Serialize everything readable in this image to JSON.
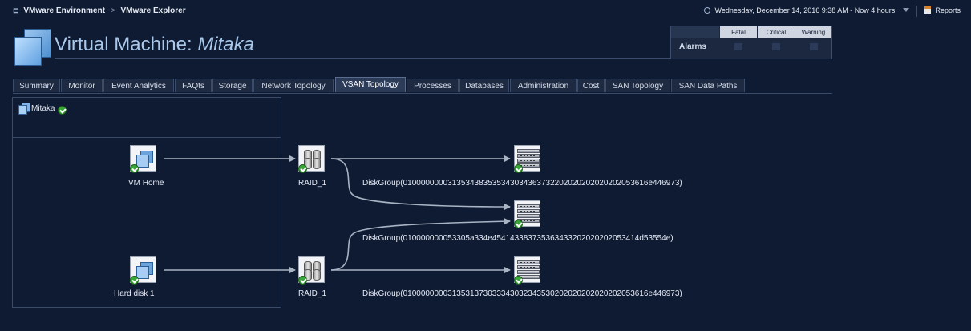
{
  "breadcrumb": {
    "root": "VMware Environment",
    "current": "VMware Explorer"
  },
  "time": {
    "text": "Wednesday, December 14, 2016 9:38 AM - Now 4 hours"
  },
  "reports": {
    "label": "Reports"
  },
  "header": {
    "prefix": "Virtual Machine: ",
    "name": "Mitaka"
  },
  "alarms": {
    "label": "Alarms",
    "columns": [
      "Fatal",
      "Critical",
      "Warning"
    ]
  },
  "tabs": [
    "Summary",
    "Monitor",
    "Event Analytics",
    "FAQts",
    "Storage",
    "Network Topology",
    "VSAN Topology",
    "Processes",
    "Databases",
    "Administration",
    "Cost",
    "SAN Topology",
    "SAN Data Paths"
  ],
  "active_tab": "VSAN Topology",
  "tree": {
    "root_label": "Mitaka"
  },
  "topology": {
    "sources": [
      {
        "label": "VM Home",
        "icon": "virtual-machine-icon",
        "status": "ok"
      },
      {
        "label": "Hard disk 1",
        "icon": "virtual-disk-icon",
        "status": "ok"
      }
    ],
    "raids": [
      {
        "label": "RAID_1",
        "icon": "raid-icon",
        "status": "ok"
      },
      {
        "label": "RAID_1",
        "icon": "raid-icon",
        "status": "ok"
      }
    ],
    "disk_groups": [
      {
        "label": "DiskGroup(0100000000313534383535343034363732202020202020202053616e446973)",
        "status": "ok"
      },
      {
        "label": "DiskGroup(010000000053305a334e454143383735363433202020202053414d53554e)",
        "status": "ok"
      },
      {
        "label": "DiskGroup(0100000000313531373033343032343530202020202020202053616e446973)",
        "status": "ok"
      }
    ]
  },
  "colors": {
    "background": "#0f1b33",
    "title": "#a9c8ea",
    "status_ok": "#3aa63a",
    "link": "#a8b3c4"
  }
}
